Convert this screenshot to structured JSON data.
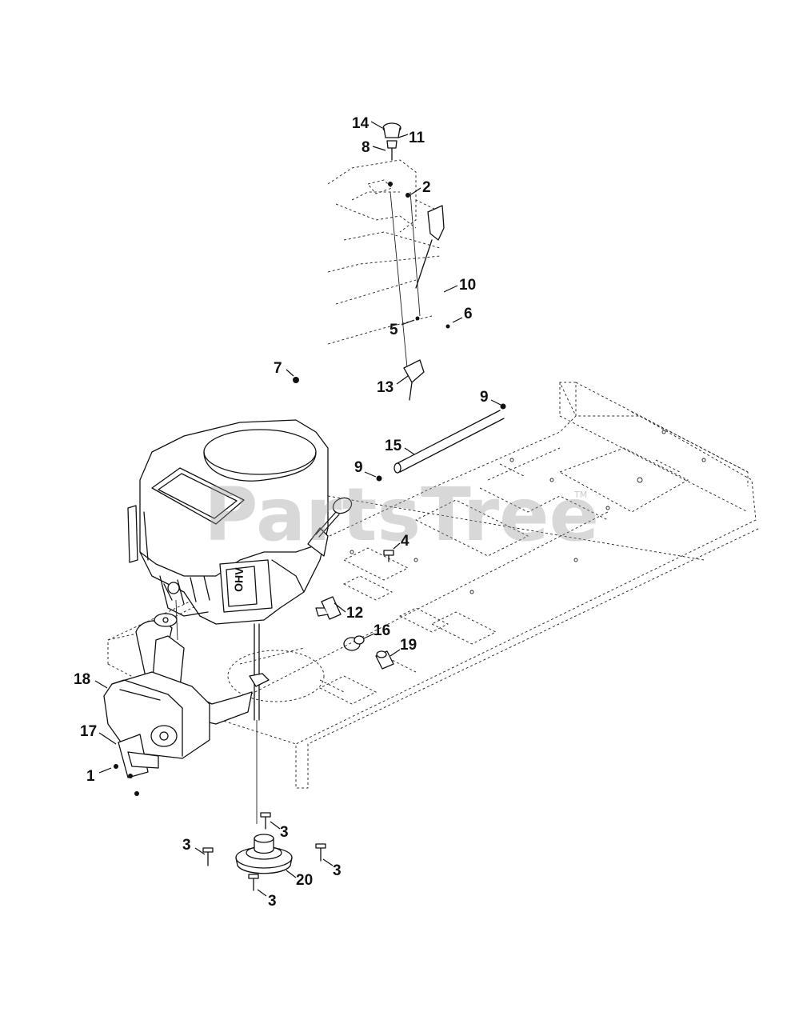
{
  "watermark": {
    "text": "PartsTree",
    "trademark": "TM"
  },
  "callouts": [
    {
      "id": "c14",
      "label": "14"
    },
    {
      "id": "c11",
      "label": "11"
    },
    {
      "id": "c8",
      "label": "8"
    },
    {
      "id": "c2",
      "label": "2"
    },
    {
      "id": "c10",
      "label": "10"
    },
    {
      "id": "c6",
      "label": "6"
    },
    {
      "id": "c5",
      "label": "5"
    },
    {
      "id": "c13",
      "label": "13"
    },
    {
      "id": "c7",
      "label": "7"
    },
    {
      "id": "c9a",
      "label": "9"
    },
    {
      "id": "c15",
      "label": "15"
    },
    {
      "id": "c9b",
      "label": "9"
    },
    {
      "id": "c4",
      "label": "4"
    },
    {
      "id": "c12",
      "label": "12"
    },
    {
      "id": "c16",
      "label": "16"
    },
    {
      "id": "c19",
      "label": "19"
    },
    {
      "id": "c18",
      "label": "18"
    },
    {
      "id": "c17",
      "label": "17"
    },
    {
      "id": "c1",
      "label": "1"
    },
    {
      "id": "c3a",
      "label": "3"
    },
    {
      "id": "c3b",
      "label": "3"
    },
    {
      "id": "c3c",
      "label": "3"
    },
    {
      "id": "c20",
      "label": "20"
    },
    {
      "id": "c3d",
      "label": "3"
    }
  ]
}
